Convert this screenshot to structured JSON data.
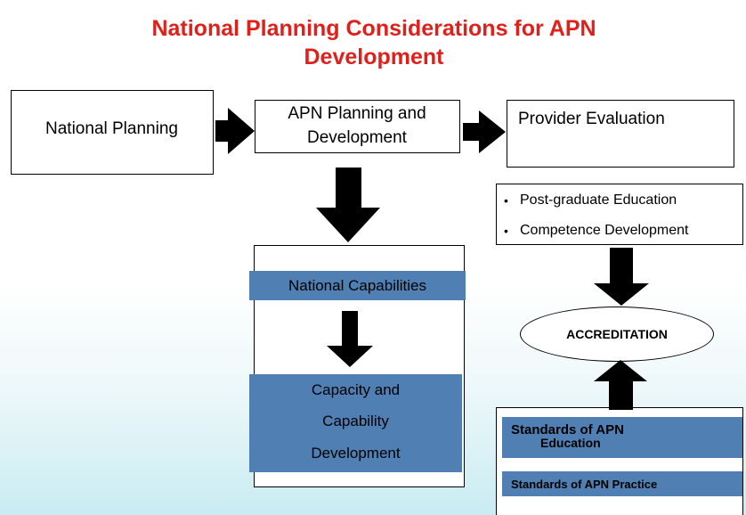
{
  "title": {
    "line1": "National Planning Considerations for APN",
    "line2": "Development"
  },
  "nodes": {
    "national_planning": "National Planning",
    "apn_planning_line1": "APN Planning and",
    "apn_planning_line2": "Development",
    "provider_evaluation": "Provider Evaluation",
    "national_capabilities": "National Capabilities",
    "capacity_line1": "Capacity and",
    "capacity_line2": "Capability",
    "capacity_line3": "Development",
    "bullets": [
      "Post-graduate Education",
      "Competence Development"
    ],
    "accreditation": "ACCREDITATION",
    "standards_education_line1": "Standards of APN",
    "standards_education_line2": "Education",
    "standards_practice": "Standards of APN Practice"
  },
  "colors": {
    "title": "#e0201b",
    "highlight": "#4f7fb3"
  }
}
